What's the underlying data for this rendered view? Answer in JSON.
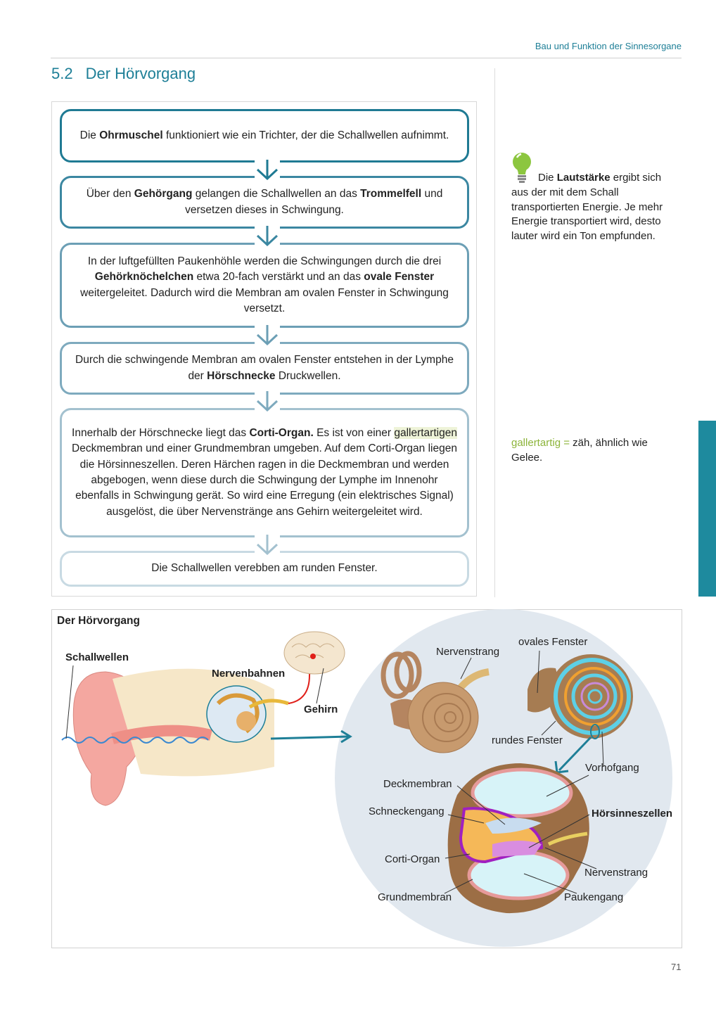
{
  "running_head": "Bau und Funktion der Sinnesorgane",
  "section": {
    "number": "5.2",
    "title": "Der Hörvorgang"
  },
  "flow_steps": [
    {
      "segments": [
        {
          "t": "Die "
        },
        {
          "t": "Ohrmuschel",
          "b": true
        },
        {
          "t": " funktioniert wie ein Trichter, der die Schallwellen aufnimmt."
        }
      ]
    },
    {
      "segments": [
        {
          "t": "Über den "
        },
        {
          "t": "Gehörgang",
          "b": true
        },
        {
          "t": " gelangen die Schallwellen an das "
        },
        {
          "t": "Trommelfell",
          "b": true
        },
        {
          "t": " und versetzen dieses in Schwingung."
        }
      ]
    },
    {
      "segments": [
        {
          "t": "In der luftgefüllten Paukenhöhle werden die Schwingungen durch die drei "
        },
        {
          "t": "Gehörknöchelchen",
          "b": true
        },
        {
          "t": " etwa 20-fach verstärkt und an das "
        },
        {
          "t": "ovale Fenster",
          "b": true
        },
        {
          "t": " weitergeleitet. Dadurch wird die Membran am ovalen Fenster in Schwingung versetzt."
        }
      ]
    },
    {
      "segments": [
        {
          "t": "Durch die schwingende Membran am ovalen Fenster entstehen in der Lymphe der "
        },
        {
          "t": "Hörschnecke",
          "b": true
        },
        {
          "t": " Druckwellen."
        }
      ]
    },
    {
      "segments": [
        {
          "t": "Innerhalb der Hörschnecke liegt das "
        },
        {
          "t": "Corti-Organ.",
          "b": true
        },
        {
          "t": " Es ist von einer "
        },
        {
          "t": "gallertartigen",
          "h": true
        },
        {
          "t": " Deckmembran und einer Grundmembran umgeben. Auf dem Corti-Organ liegen die Hörsinneszellen. Deren Härchen ragen in die Deckmembran und werden abgebogen, wenn diese durch die Schwingung der Lymphe im Innenohr ebenfalls in Schwingung gerät. So wird eine Erregung (ein elektrisches Signal) ausgelöst, die über Nervenstränge ans Gehirn weitergeleitet wird."
        }
      ]
    },
    {
      "segments": [
        {
          "t": "Die Schallwellen verebben am runden Fenster."
        }
      ]
    }
  ],
  "tip": {
    "icon": "lightbulb-icon",
    "pre": "Die ",
    "bold": "Lautstärke",
    "post": " ergibt sich aus der mit dem Schall transportierten Energie. Je mehr Energie transportiert wird, desto lauter wird ein Ton empfunden."
  },
  "glossary": {
    "term": "gallertartig",
    "sep": " = ",
    "definition": "zäh, ähnlich wie Gelee."
  },
  "figure": {
    "title": "Der Hörvorgang",
    "labels": {
      "schallwellen": "Schallwellen",
      "nervenbahnen": "Nervenbahnen",
      "gehirn": "Gehirn",
      "nervenstrang_top": "Nervenstrang",
      "ovales_fenster": "ovales Fenster",
      "rundes_fenster": "rundes Fenster",
      "vorhofgang": "Vorhofgang",
      "deckmembran": "Deckmembran",
      "schneckengang": "Schneckengang",
      "hoersinneszellen": "Hörsinneszellen",
      "corti_organ": "Corti-Organ",
      "nervenstrang_bottom": "Nervenstrang",
      "grundmembran": "Grundmembran",
      "paukengang": "Paukengang"
    }
  },
  "page_number": "71",
  "colors": {
    "accent": "#1e7f97",
    "glossary": "#8cb43a",
    "tab": "#1e8a9e"
  }
}
